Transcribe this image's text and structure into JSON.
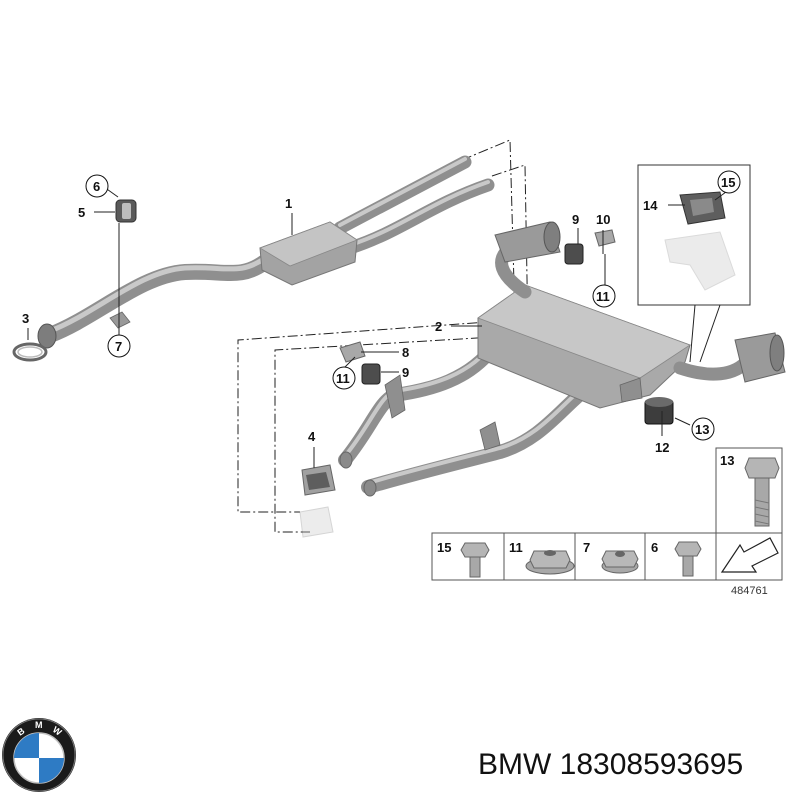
{
  "callouts": {
    "c1": "1",
    "c2": "2",
    "c3": "3",
    "c4": "4",
    "c5": "5",
    "c6": "6",
    "c7": "7",
    "c8": "8",
    "c9a": "9",
    "c9b": "9",
    "c10": "10",
    "c11a": "11",
    "c11b": "11",
    "c12": "12",
    "c13": "13",
    "c14": "14",
    "c15": "15"
  },
  "hardware_table": {
    "cells": [
      "15",
      "11",
      "7",
      "6"
    ],
    "tall_cell": "13"
  },
  "reference_number": "484761",
  "caption": "BMW 18308593695",
  "logo": {
    "letters": [
      "B",
      "M",
      "W"
    ]
  },
  "colors": {
    "pipe": "#8f8f8f",
    "muffler": "#a9a9a9",
    "logo_blue": "#2e7bc4",
    "logo_ring": "#1a1a1a"
  }
}
